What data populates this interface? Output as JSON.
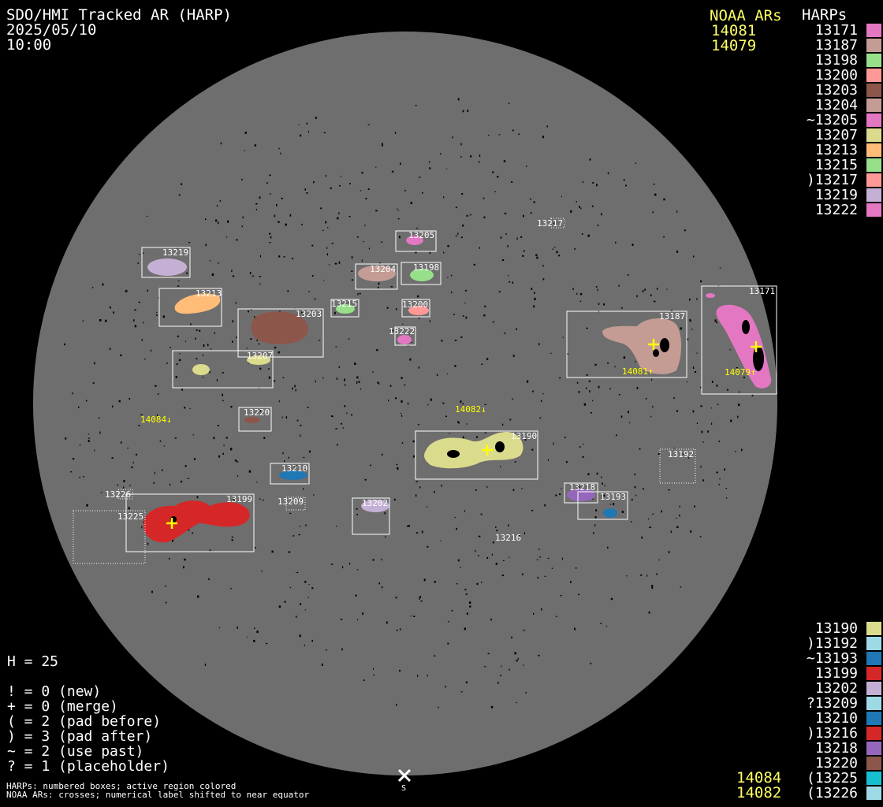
{
  "header": {
    "title": "SDO/HMI Tracked AR (HARP)",
    "date": "2025/05/10",
    "time": "10:00"
  },
  "noaa_header": "NOAA ARs",
  "noaa_list": [
    "14081",
    "14079"
  ],
  "harps_header": "HARPs",
  "legend_top": [
    {
      "label": "13171",
      "color": "#e377c2"
    },
    {
      "label": "13187",
      "color": "#c49c94"
    },
    {
      "label": "13198",
      "color": "#98df8a"
    },
    {
      "label": "13200",
      "color": "#ff9896"
    },
    {
      "label": "13203",
      "color": "#8c564b"
    },
    {
      "label": "13204",
      "color": "#c49c94"
    },
    {
      "label": "~13205",
      "color": "#e377c2"
    },
    {
      "label": "13207",
      "color": "#dbdb8d"
    },
    {
      "label": "13213",
      "color": "#ffbb78"
    },
    {
      "label": "13215",
      "color": "#98df8a"
    },
    {
      "label": ")13217",
      "color": "#ff9896"
    },
    {
      "label": "13219",
      "color": "#c5b0d5"
    },
    {
      "label": "13222",
      "color": "#e377c2"
    }
  ],
  "legend_bottom": [
    {
      "label": "13190",
      "color": "#dbdb8d"
    },
    {
      "label": ")13192",
      "color": "#9edae5"
    },
    {
      "label": "~13193",
      "color": "#1f77b4"
    },
    {
      "label": "13199",
      "color": "#d62728"
    },
    {
      "label": "13202",
      "color": "#c5b0d5"
    },
    {
      "label": "?13209",
      "color": "#9edae5"
    },
    {
      "label": "13210",
      "color": "#1f77b4"
    },
    {
      "label": ")13216",
      "color": "#d62728"
    },
    {
      "label": "13218",
      "color": "#9467bd"
    },
    {
      "label": "13220",
      "color": "#8c564b"
    },
    {
      "label": "(13225",
      "color": "#17becf"
    },
    {
      "label": "(13226",
      "color": "#9edae5"
    }
  ],
  "noaa_bottom": [
    "14084",
    "14082"
  ],
  "stats": {
    "h_count": "H = 25",
    "flags": [
      "! = 0 (new)",
      "+ = 0 (merge)",
      "( = 2 (pad before)",
      ") = 3 (pad after)",
      "~ = 2 (use past)",
      "? = 1 (placeholder)"
    ]
  },
  "footnote": {
    "line1": "HARPs: numbered boxes; active region colored",
    "line2": "NOAA ARs: crosses; numerical label shifted to near equator"
  },
  "south_marker": "S",
  "disk_colors": {
    "disk": "#6e6e6e",
    "box": "#ffffff",
    "cross": "#ffff00",
    "noaa_label": "#ffff00"
  },
  "harp_regions": [
    {
      "id": "13219",
      "color": "#c5b0d5",
      "style": "solid"
    },
    {
      "id": "13213",
      "color": "#ffbb78",
      "style": "solid"
    },
    {
      "id": "13203",
      "color": "#8c564b",
      "style": "solid"
    },
    {
      "id": "13215",
      "color": "#98df8a",
      "style": "solid"
    },
    {
      "id": "13207",
      "color": "#dbdb8d",
      "style": "solid"
    },
    {
      "id": "13205",
      "color": "#e377c2",
      "style": "solid"
    },
    {
      "id": "13204",
      "color": "#c49c94",
      "style": "solid"
    },
    {
      "id": "13198",
      "color": "#98df8a",
      "style": "solid"
    },
    {
      "id": "13200",
      "color": "#ff9896",
      "style": "solid"
    },
    {
      "id": "13222",
      "color": "#e377c2",
      "style": "solid"
    },
    {
      "id": "13217",
      "color": "",
      "style": "dotted"
    },
    {
      "id": "13187",
      "color": "#c49c94",
      "style": "solid"
    },
    {
      "id": "13171",
      "color": "#e377c2",
      "style": "solid"
    },
    {
      "id": "13220",
      "color": "#8c564b",
      "style": "solid"
    },
    {
      "id": "13190",
      "color": "#dbdb8d",
      "style": "solid"
    },
    {
      "id": "13192",
      "color": "",
      "style": "dotted"
    },
    {
      "id": "13210",
      "color": "#1f77b4",
      "style": "solid"
    },
    {
      "id": "13209",
      "color": "",
      "style": "dotted"
    },
    {
      "id": "13202",
      "color": "#c5b0d5",
      "style": "solid"
    },
    {
      "id": "13218",
      "color": "#9467bd",
      "style": "solid"
    },
    {
      "id": "13193",
      "color": "#1f77b4",
      "style": "solid"
    },
    {
      "id": "13216",
      "color": "",
      "style": "none"
    },
    {
      "id": "13199",
      "color": "#d62728",
      "style": "solid"
    },
    {
      "id": "13226",
      "color": "",
      "style": "dotted"
    },
    {
      "id": "13225",
      "color": "",
      "style": "dotted"
    }
  ],
  "noaa_disk_labels": [
    "14084↓",
    "14082↓",
    "14081↑",
    "14079↑"
  ]
}
